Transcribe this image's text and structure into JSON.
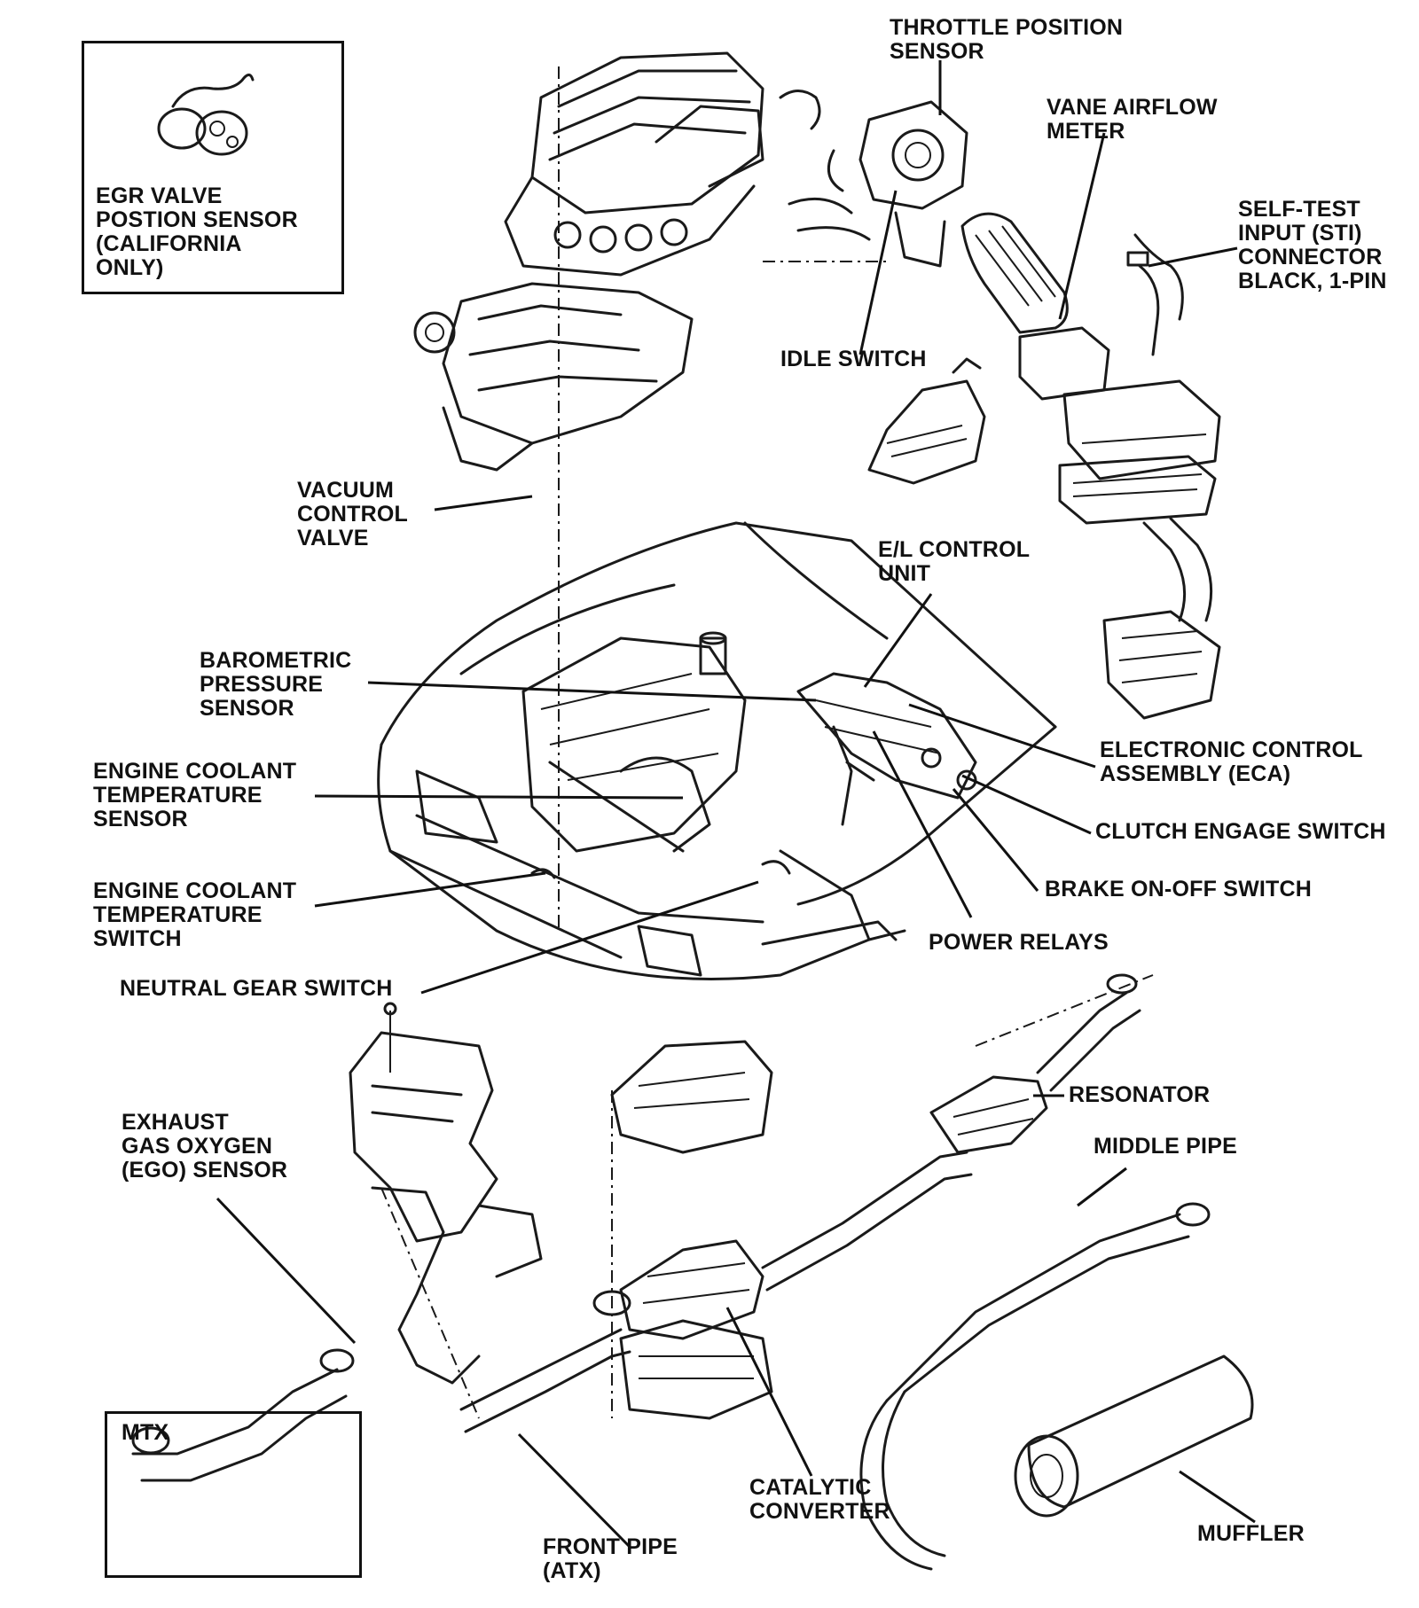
{
  "labels": {
    "egr_sensor": "EGR VALVE\nPOSTION SENSOR\n(CALIFORNIA\nONLY)",
    "throttle_sensor": "THROTTLE POSITION\nSENSOR",
    "vane_meter": "VANE AIRFLOW\nMETER",
    "self_test": "SELF-TEST\nINPUT (STI)\nCONNECTOR\nBLACK, 1-PIN",
    "idle_switch": "IDLE SWITCH",
    "vacuum_valve": "VACUUM\nCONTROL\nVALVE",
    "el_control": "E/L CONTROL\nUNIT",
    "barometric": "BAROMETRIC\nPRESSURE\nSENSOR",
    "eca": "ELECTRONIC CONTROL\nASSEMBLY (ECA)",
    "coolant_sensor": "ENGINE COOLANT\nTEMPERATURE\nSENSOR",
    "clutch_switch": "CLUTCH ENGAGE SWITCH",
    "brake_switch": "BRAKE ON-OFF SWITCH",
    "coolant_switch": "ENGINE COOLANT\nTEMPERATURE\nSWITCH",
    "power_relays": "POWER RELAYS",
    "neutral_switch": "NEUTRAL GEAR SWITCH",
    "resonator": "RESONATOR",
    "ego_sensor": "EXHAUST\nGAS OXYGEN\n(EGO) SENSOR",
    "middle_pipe": "MIDDLE PIPE",
    "mtx": "MTX",
    "catalytic": "CATALYTIC\nCONVERTER",
    "front_pipe": "FRONT PIPE\n(ATX)",
    "muffler": "MUFFLER"
  }
}
